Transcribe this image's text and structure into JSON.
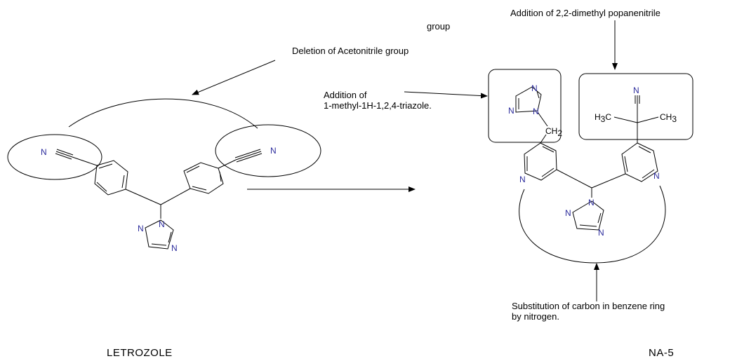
{
  "annotations": {
    "group_fragment": "group",
    "addition_dimethyl": "Addition of 2,2-dimethyl popanenitrile",
    "deletion_acetonitrile": "Deletion of Acetonitrile group",
    "addition_triazole_line1": "Addition of",
    "addition_triazole_line2": "1-methyl-1H-1,2,4-triazole.",
    "substitution_line1": "Substitution of carbon in benzene ring",
    "substitution_line2": "by nitrogen."
  },
  "titles": {
    "left": "LETROZOLE",
    "right": "NA-5"
  },
  "atoms": {
    "N": "N",
    "H3C_H": "H",
    "H3C_C": "C",
    "CH3_C": "CH",
    "CH2_C": "CH",
    "sub3": "3",
    "sub2": "2"
  },
  "colors": {
    "line": "#000000",
    "nitrogen": "#2b2b9c"
  }
}
